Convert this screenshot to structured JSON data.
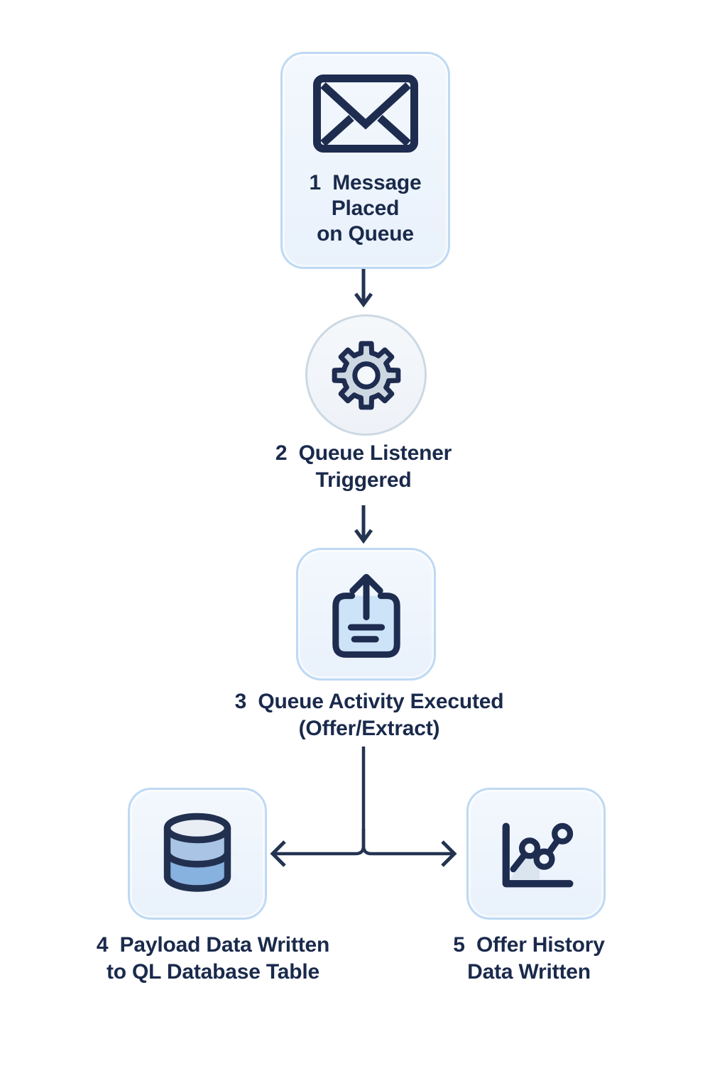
{
  "flow": {
    "steps": [
      {
        "number": "1",
        "text": "1  Message\nPlaced\non Queue",
        "icon": "envelope-icon"
      },
      {
        "number": "2",
        "text": "2  Queue Listener\nTriggered",
        "icon": "gear-icon"
      },
      {
        "number": "3",
        "text": "3  Queue Activity Executed\n(Offer/Extract)",
        "icon": "upload-icon"
      },
      {
        "number": "4",
        "text": "4  Payload Data Written\nto QL Database Table",
        "icon": "database-icon"
      },
      {
        "number": "5",
        "text": "5  Offer History\nData Written",
        "icon": "line-chart-icon"
      }
    ],
    "connectors": [
      {
        "from": "1",
        "to": "2",
        "type": "arrow-down"
      },
      {
        "from": "2",
        "to": "3",
        "type": "arrow-down"
      },
      {
        "from": "3",
        "to": "4",
        "type": "branch-arrow-left"
      },
      {
        "from": "3",
        "to": "5",
        "type": "branch-arrow-right"
      }
    ]
  },
  "colors": {
    "ink": "#1e2c50",
    "text": "#1a2a4c",
    "node_border": "#bed9f4",
    "node_fill": "#edf4fb",
    "circle_border": "#ccd9e4",
    "circle_fill": "#f3f6fa",
    "gear_fill": "#ccd7e2",
    "upload_fill": "#cde3f8",
    "db_top": "#e9eef5",
    "db_mid": "#a9c4e5",
    "db_bottom": "#87b1df",
    "chart_area": "#dbe5f0",
    "background": "#ffffff"
  }
}
